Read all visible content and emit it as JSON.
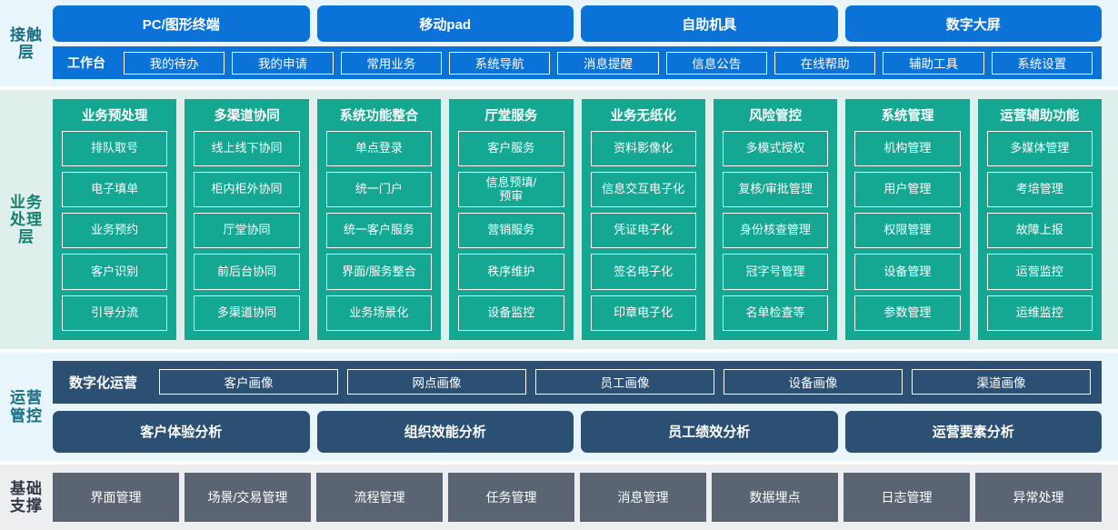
{
  "layers": {
    "touch": {
      "label": "接触层",
      "channels": [
        "PC/图形终端",
        "移动pad",
        "自助机具",
        "数字大屏"
      ],
      "nav_title": "工作台",
      "nav_items": [
        "我的待办",
        "我的申请",
        "常用业务",
        "系统导航",
        "消息提醒",
        "信息公告",
        "在线帮助",
        "辅助工具",
        "系统设置"
      ]
    },
    "business": {
      "label": "业务处理层",
      "columns": [
        {
          "title": "业务预处理",
          "items": [
            "排队取号",
            "电子填单",
            "业务预约",
            "客户识别",
            "引导分流"
          ]
        },
        {
          "title": "多渠道协同",
          "items": [
            "线上线下协同",
            "柜内柜外协同",
            "厅堂协同",
            "前后台协同",
            "多渠道协同"
          ]
        },
        {
          "title": "系统功能整合",
          "items": [
            "单点登录",
            "统一门户",
            "统一客户服务",
            "界面/服务整合",
            "业务场景化"
          ]
        },
        {
          "title": "厅堂服务",
          "items": [
            "客户服务",
            "信息预填/\n预审",
            "营销服务",
            "秩序维护",
            "设备监控"
          ]
        },
        {
          "title": "业务无纸化",
          "items": [
            "资料影像化",
            "信息交互电子化",
            "凭证电子化",
            "签名电子化",
            "印章电子化"
          ]
        },
        {
          "title": "风险管控",
          "items": [
            "多模式授权",
            "复核/审批管理",
            "身份核查管理",
            "冠字号管理",
            "名单检查等"
          ]
        },
        {
          "title": "系统管理",
          "items": [
            "机构管理",
            "用户管理",
            "权限管理",
            "设备管理",
            "参数管理"
          ]
        },
        {
          "title": "运营辅助功能",
          "items": [
            "多媒体管理",
            "考培管理",
            "故障上报",
            "运营监控",
            "运维监控"
          ]
        }
      ]
    },
    "operations": {
      "label": "运营管控",
      "row1_title": "数字化运营",
      "row1_items": [
        "客户画像",
        "网点画像",
        "员工画像",
        "设备画像",
        "渠道画像"
      ],
      "row2_items": [
        "客户体验分析",
        "组织效能分析",
        "员工绩效分析",
        "运营要素分析"
      ]
    },
    "base": {
      "label": "基础支撑",
      "items": [
        "界面管理",
        "场景/交易管理",
        "流程管理",
        "任务管理",
        "消息管理",
        "数据埋点",
        "日志管理",
        "异常处理"
      ]
    }
  },
  "colors": {
    "touch_bg": "#e8f6fb",
    "touch_accent": "#0b72d8",
    "business_bg": "#dff0ec",
    "business_accent": "#14a791",
    "operations_bg": "#e8f6fb",
    "operations_accent": "#2c4f74",
    "base_bg": "#eceef0",
    "base_accent": "#5a6472"
  }
}
